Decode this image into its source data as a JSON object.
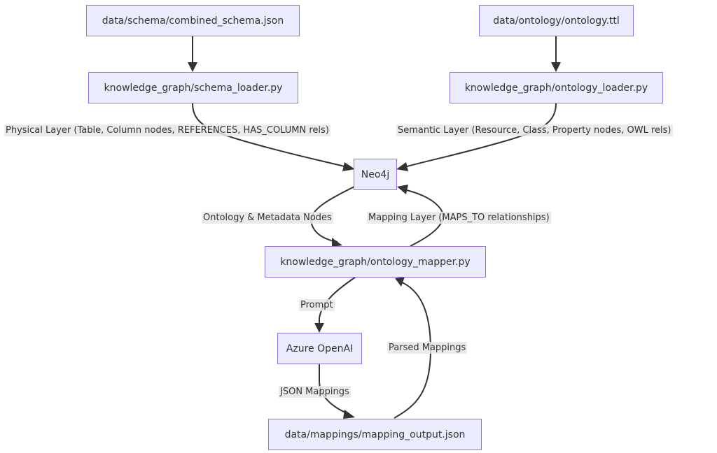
{
  "nodes": {
    "combined_schema": "data/schema/combined_schema.json",
    "ontology_ttl": "data/ontology/ontology.ttl",
    "schema_loader": "knowledge_graph/schema_loader.py",
    "ontology_loader": "knowledge_graph/ontology_loader.py",
    "neo4j": "Neo4j",
    "ontology_mapper": "knowledge_graph/ontology_mapper.py",
    "azure_openai": "Azure OpenAI",
    "mapping_output": "data/mappings/mapping_output.json"
  },
  "edge_labels": {
    "physical_layer": "Physical Layer (Table, Column nodes, REFERENCES, HAS_COLUMN rels)",
    "semantic_layer": "Semantic Layer (Resource, Class, Property nodes, OWL rels)",
    "ontology_metadata": "Ontology & Metadata Nodes",
    "mapping_layer": "Mapping Layer (MAPS_TO relationships)",
    "prompt": "Prompt",
    "json_mappings": "JSON Mappings",
    "parsed_mappings": "Parsed Mappings"
  },
  "colors": {
    "node_fill": "#ececff",
    "node_border": "#9370db",
    "edge": "#333333",
    "label_background": "#e8e8e8"
  }
}
